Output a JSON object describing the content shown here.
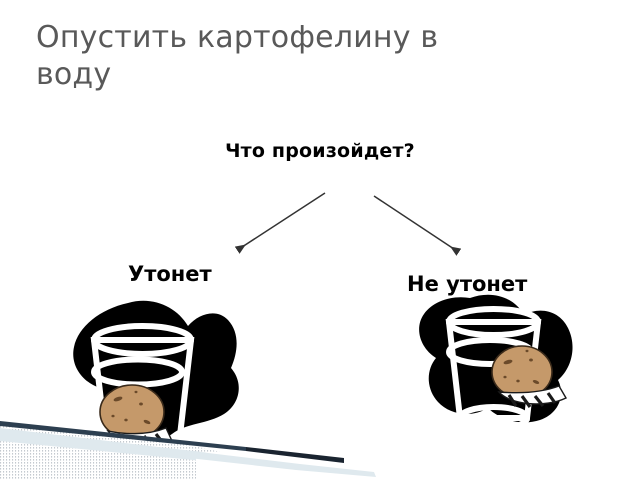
{
  "slide": {
    "title": "Опустить картофелину в\nводу",
    "title_color": "#595959",
    "background_color": "#ffffff",
    "question": "Что произойдет?",
    "branches": [
      {
        "key": "sinks",
        "label": "Утонет",
        "arrow": "arrow-down-left-icon"
      },
      {
        "key": "floats",
        "label": "Не утонет",
        "arrow": "arrow-down-right-icon"
      }
    ],
    "illustrations": [
      {
        "key": "glass-potato-sunk",
        "name": "glass-with-sunken-potato-illustration",
        "caption_ref": "sinks",
        "potato_color": "#c5996a",
        "potato_speckle_color": "#6b4a2a",
        "blob_color": "#000000",
        "glass_outline_color": "#ffffff"
      },
      {
        "key": "glass-potato-floating",
        "name": "glass-with-floating-potato-illustration",
        "caption_ref": "floats",
        "potato_color": "#c5996a",
        "potato_speckle_color": "#6b4a2a",
        "blob_color": "#000000",
        "glass_outline_color": "#ffffff"
      }
    ],
    "decoration": {
      "name": "diagonal-footer-band",
      "hatch_color": "#d9dde1",
      "rule_color": "#2d3f50",
      "pale_band_color": "#dfe9ee"
    },
    "arrow_color": "#333333"
  }
}
